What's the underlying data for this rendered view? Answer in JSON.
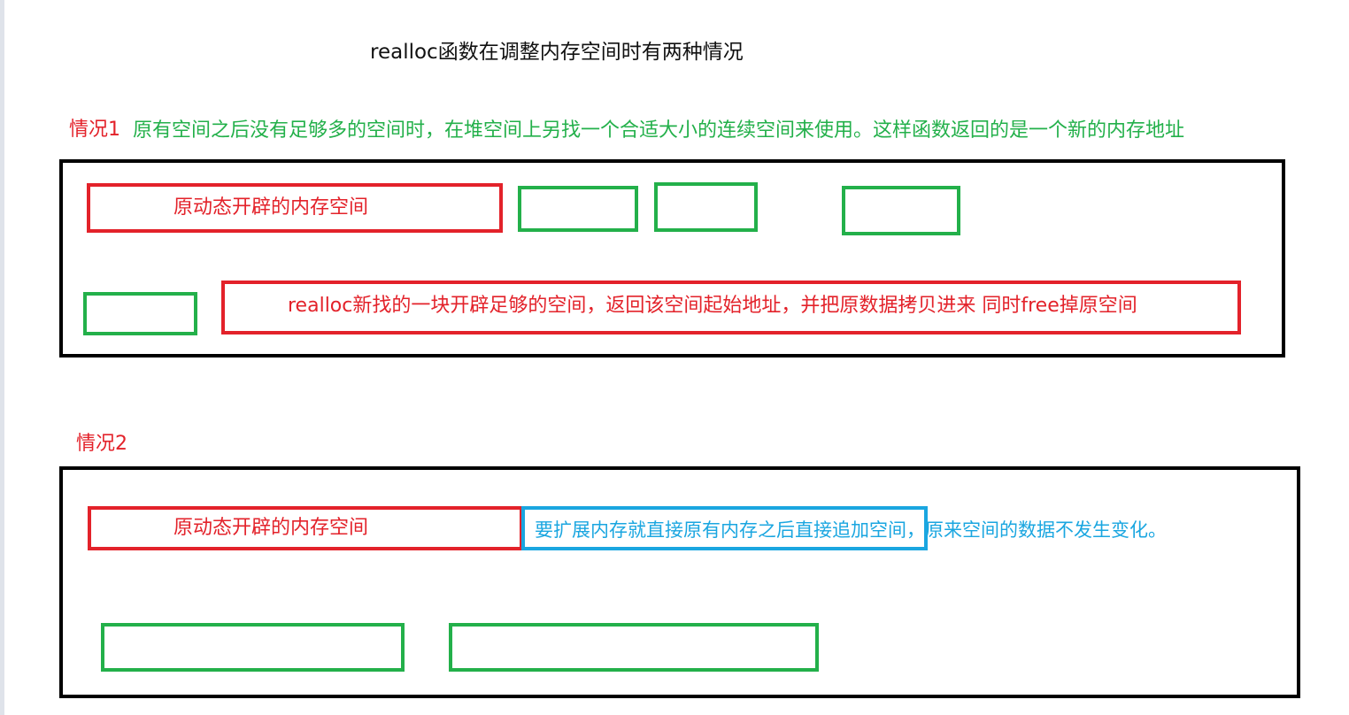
{
  "title": "realloc函数在调整内存空间时有两种情况",
  "case1": {
    "label": "情况1",
    "description": "原有空间之后没有足够多的空间时，在堆空间上另找一个合适大小的连续空间来使用。这样函数返回的是一个新的内存地址",
    "original_block_label": "原动态开辟的内存空间",
    "new_block_label": "realloc新找的一块开辟足够的空间，返回该空间起始地址，并把原数据拷贝进来    同时free掉原空间"
  },
  "case2": {
    "label": "情况2",
    "original_block_label": "原动态开辟的内存空间",
    "extension_text": "要扩展内存就直接原有内存之后直接追加空间，原来空间的数据不发生变化。"
  },
  "colors": {
    "original_block": "#e3222a",
    "free_block": "#23b04a",
    "extension_block": "#1aa6e0",
    "container": "#000000"
  }
}
